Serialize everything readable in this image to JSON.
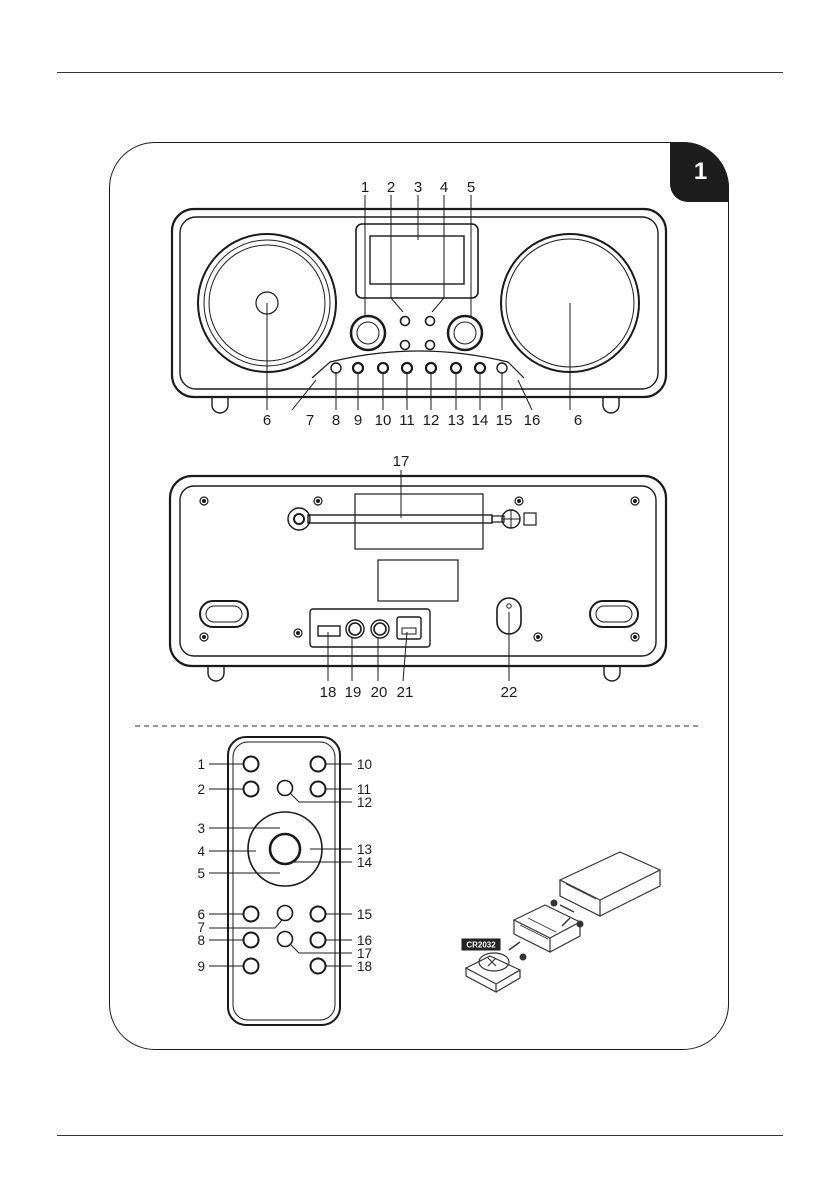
{
  "figure": {
    "number": "1"
  },
  "front_labels": [
    "1",
    "2",
    "3",
    "4",
    "5",
    "6",
    "7",
    "8",
    "9",
    "10",
    "11",
    "12",
    "13",
    "14",
    "15",
    "16",
    "6"
  ],
  "back_labels": [
    "17",
    "18",
    "19",
    "20",
    "21",
    "22"
  ],
  "remote_labels": [
    "1",
    "2",
    "3",
    "4",
    "5",
    "6",
    "7",
    "8",
    "9",
    "10",
    "11",
    "12",
    "13",
    "14",
    "15",
    "16",
    "17",
    "18"
  ],
  "battery": {
    "label": "CR2032"
  }
}
